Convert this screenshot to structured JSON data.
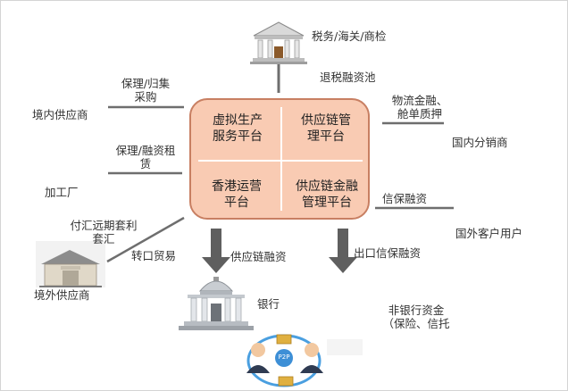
{
  "platform": {
    "top_left": [
      "虚拟生产",
      "服务平台"
    ],
    "top_right": [
      "供应链管",
      "理平台"
    ],
    "bottom_left": [
      "香港运营",
      "平台"
    ],
    "bottom_right": [
      "供应链金融",
      "管理平台"
    ]
  },
  "labels": {
    "tax": "税务/海关/商检",
    "tax_refund": "退税融资池",
    "factoring_collect": [
      "保理/归集",
      "采购"
    ],
    "domestic_supplier": "境内供应商",
    "factoring_lease": [
      "保理/融资租",
      "赁"
    ],
    "processing_plant": "加工厂",
    "fx_forward": [
      "付汇远期套利",
      "套汇"
    ],
    "entrepot": "转口贸易",
    "overseas_supplier": "境外供应商",
    "scf": "供应链融资",
    "bank": "银行",
    "logistics_finance": [
      "物流金融、",
      "舱单质押"
    ],
    "domestic_distributor": "国内分销商",
    "credit_insurance_finance": "信保融资",
    "overseas_customer": "国外客户用户",
    "export_credit_insurance": "出口信保融资",
    "non_bank": [
      "非银行资金",
      "（保险、信托"
    ],
    "p2p": "P2P"
  },
  "colors": {
    "hub_fill": "#f9cbb3",
    "hub_border": "#c87f62",
    "line": "#6e6e6e",
    "arrow": "#5f5f5f"
  }
}
